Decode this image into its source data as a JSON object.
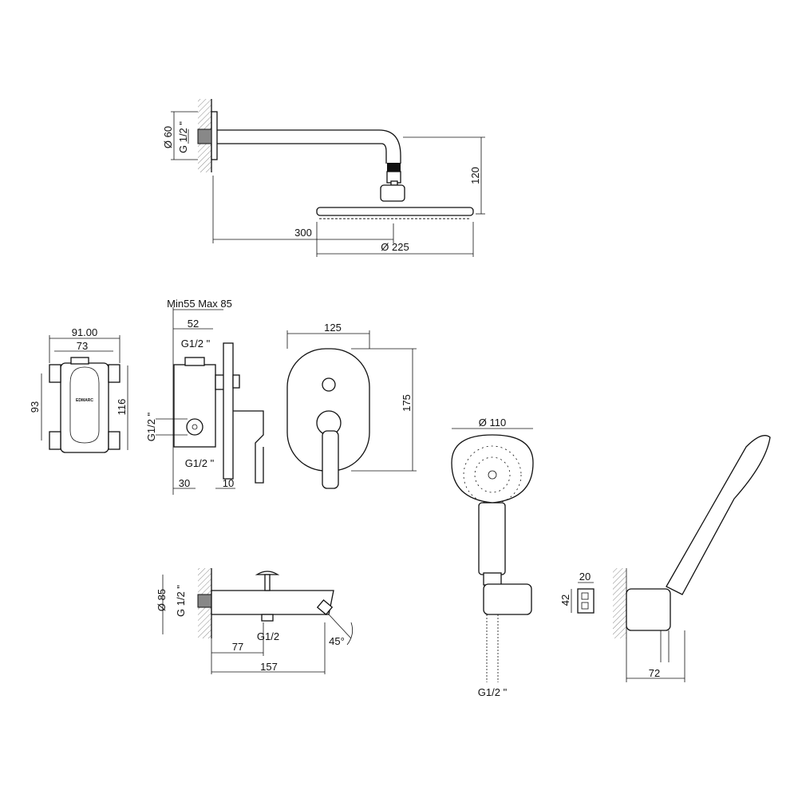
{
  "rain_shower": {
    "flange_diameter": "Ø 60",
    "thread": "G 1/2 \"",
    "height": "120",
    "arm_length": "300",
    "head_diameter": "Ø 225"
  },
  "rough_in_box": {
    "outer_width": "91.00",
    "inner_width": "73",
    "inner_height": "93",
    "outer_height": "116",
    "brand": "ЕDMARC"
  },
  "valve_side": {
    "depth_range": "Min55 Max 85",
    "body_depth": "52",
    "thread_top": "G1/2 \"",
    "thread_side": "G1/2 \"",
    "thread_bottom": "G1/2 \"",
    "offset": "30",
    "plate": "10"
  },
  "valve_front": {
    "width": "125",
    "height": "175"
  },
  "hand_shower": {
    "head_diameter": "Ø 110",
    "hose_thread": "G1/2 \""
  },
  "holder": {
    "width": "20",
    "height": "42",
    "projection": "72"
  },
  "spout": {
    "flange_diameter": "Ø 85",
    "thread": "G 1/2 \"",
    "diverter_thread": "G1/2",
    "offset": "77",
    "length": "157",
    "angle": "45°"
  }
}
